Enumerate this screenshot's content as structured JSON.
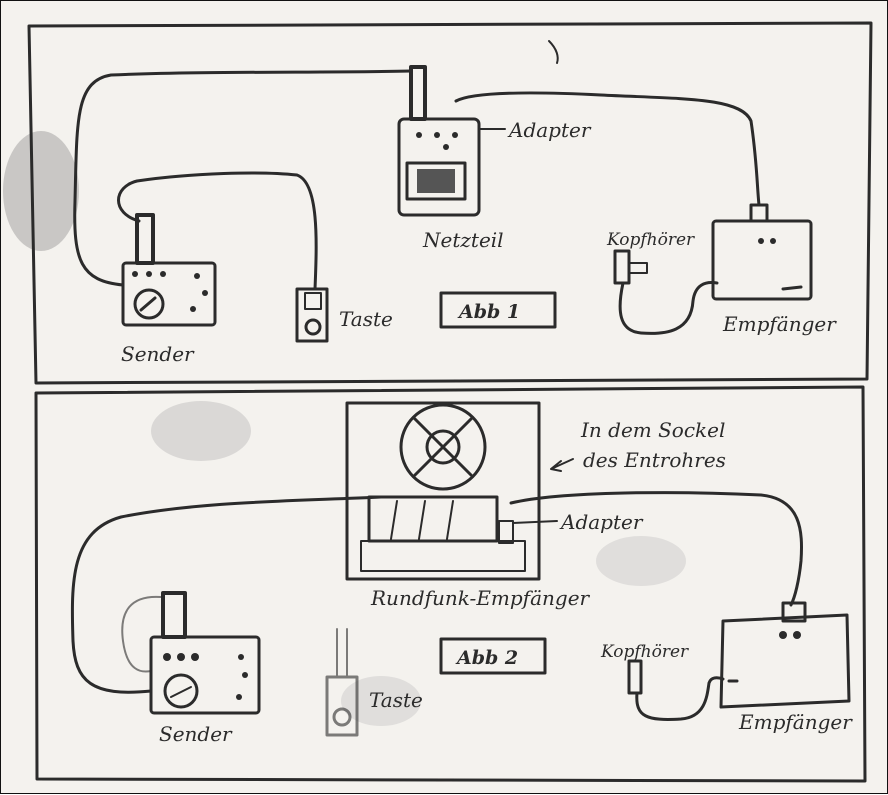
{
  "panel1": {
    "caption": "Abb 1",
    "labels": {
      "adapter": "Adapter",
      "netzteil": "Netzteil",
      "kopfhoerer": "Kopfhörer",
      "taste": "Taste",
      "sender": "Sender",
      "empfaenger": "Empfänger"
    }
  },
  "panel2": {
    "caption": "Abb 2",
    "labels": {
      "note_line1": "In dem Sockel",
      "note_line2": "des Entrohres",
      "adapter": "Adapter",
      "rundfunk": "Rundfunk-Empfänger",
      "kopfhoerer": "Kopfhörer",
      "taste": "Taste",
      "sender": "Sender",
      "empfaenger": "Empfänger"
    }
  }
}
